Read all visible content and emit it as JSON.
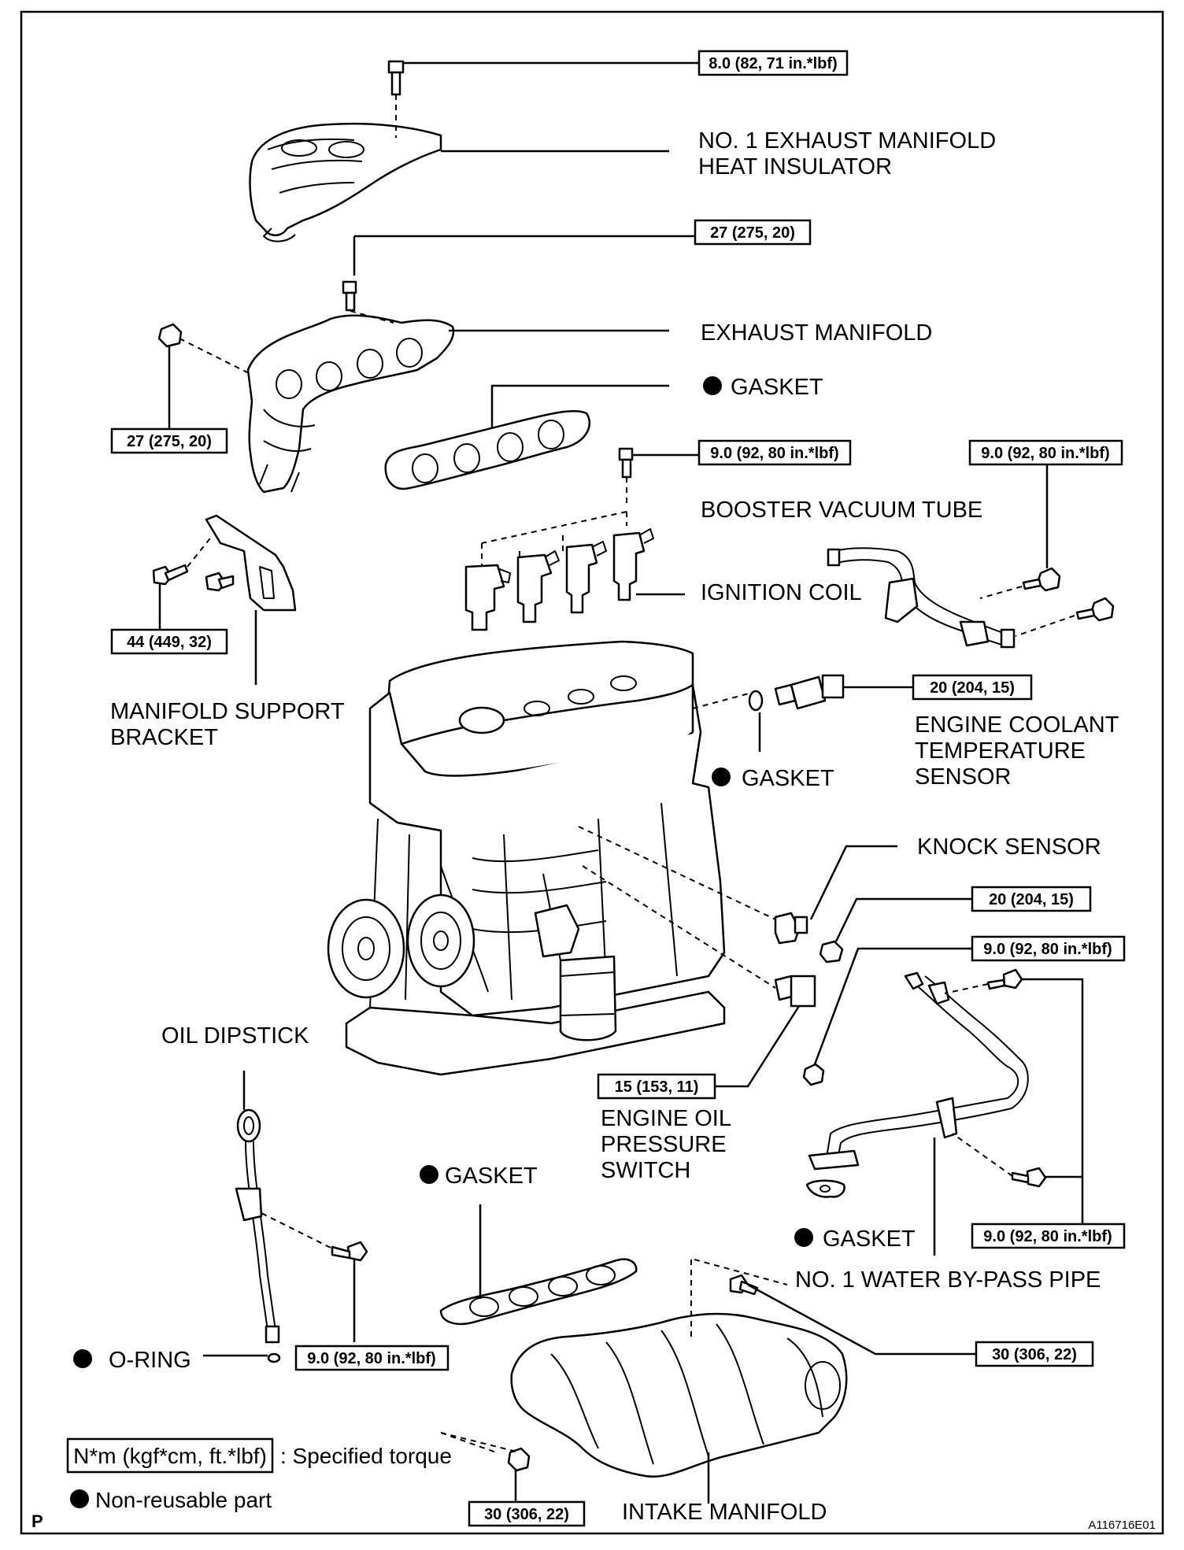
{
  "diagram": {
    "torque_specs": [
      "8.0 (82, 71 in.*lbf)",
      "27 (275, 20)",
      "27 (275, 20)",
      "9.0 (92, 80 in.*lbf)",
      "9.0 (92, 80 in.*lbf)",
      "44 (449, 32)",
      "20 (204, 15)",
      "20 (204, 15)",
      "9.0 (92, 80 in.*lbf)",
      "15 (153, 11)",
      "9.0 (92, 80 in.*lbf)",
      "9.0 (92, 80 in.*lbf)",
      "30 (306, 22)",
      "30 (306, 22)"
    ],
    "part_labels": {
      "heat_insulator_1": "NO. 1 EXHAUST MANIFOLD",
      "heat_insulator_2": "HEAT INSULATOR",
      "exhaust_manifold": "EXHAUST MANIFOLD",
      "gasket_exhaust": "GASKET",
      "booster_vacuum_tube": "BOOSTER VACUUM TUBE",
      "ignition_coil": "IGNITION COIL",
      "manifold_support_bracket_1": "MANIFOLD SUPPORT",
      "manifold_support_bracket_2": "BRACKET",
      "coolant_sensor_1": "ENGINE COOLANT",
      "coolant_sensor_2": "TEMPERATURE",
      "coolant_sensor_3": "SENSOR",
      "gasket_coolant": "GASKET",
      "knock_sensor": "KNOCK SENSOR",
      "oil_dipstick": "OIL DIPSTICK",
      "oil_pressure_switch_1": "ENGINE OIL",
      "oil_pressure_switch_2": "PRESSURE",
      "oil_pressure_switch_3": "SWITCH",
      "gasket_intake": "GASKET",
      "gasket_waterpipe": "GASKET",
      "water_bypass_pipe": "NO. 1 WATER BY-PASS PIPE",
      "o_ring": "O-RING",
      "intake_manifold": "INTAKE MANIFOLD"
    },
    "legend": {
      "unit_box": "N*m (kgf*cm, ft.*lbf)",
      "unit_text": ": Specified torque",
      "non_reusable": "Non-reusable part"
    },
    "corner_left": "P",
    "corner_right": "A116716E01"
  }
}
